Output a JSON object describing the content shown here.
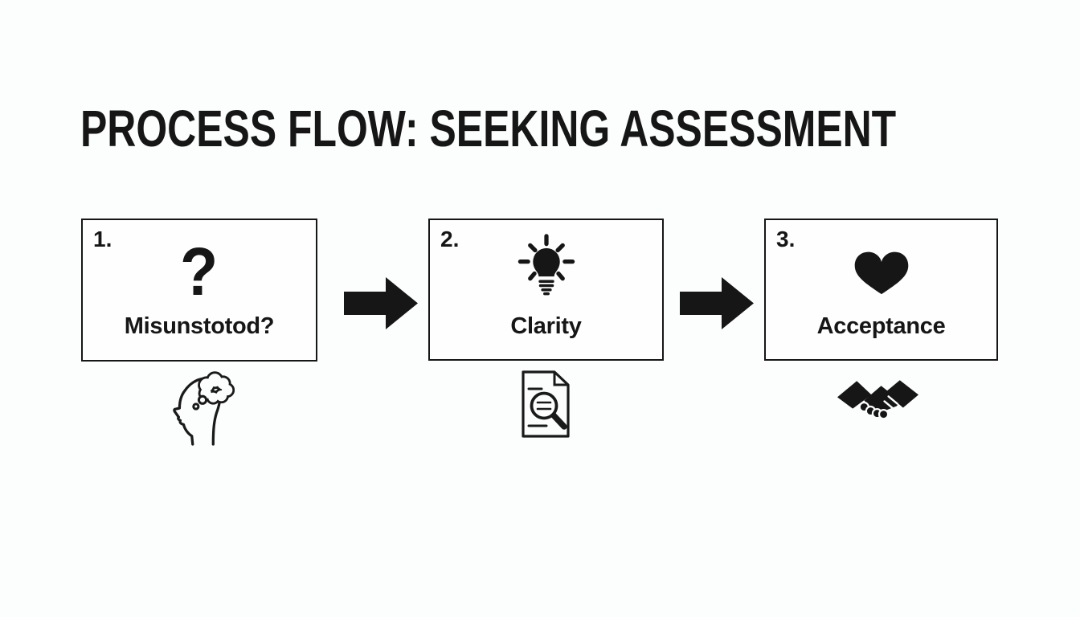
{
  "title": "PROCESS FLOW: SEEKING ASSESSMENT",
  "steps": [
    {
      "number": "1.",
      "label": "Misunstotod?",
      "icon": "question-mark-icon",
      "icon_glyph": "?",
      "below_icon": "thinking-head-icon"
    },
    {
      "number": "2.",
      "label": "Clarity",
      "icon": "lightbulb-icon",
      "below_icon": "document-search-icon"
    },
    {
      "number": "3.",
      "label": "Acceptance",
      "icon": "heart-icon",
      "below_icon": "handshake-icon"
    }
  ],
  "connectors": [
    "arrow-right-icon",
    "arrow-right-icon"
  ],
  "colors": {
    "background": "#fcfdfd",
    "box_fill": "#fefefe",
    "line": "#161616"
  }
}
